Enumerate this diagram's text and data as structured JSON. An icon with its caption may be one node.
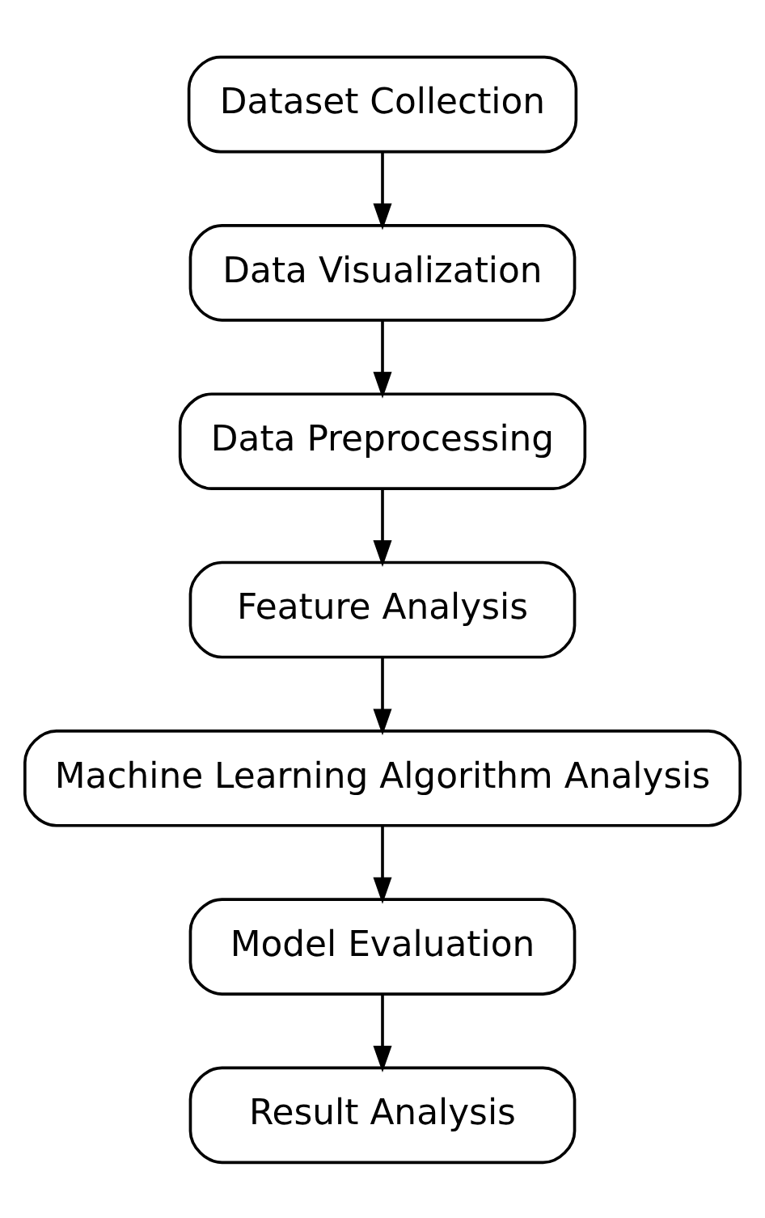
{
  "diagram": {
    "nodes": [
      {
        "text": [
          "Dataset Collection"
        ]
      },
      {
        "text": [
          "Data Visualization"
        ]
      },
      {
        "text": [
          "Data Preprocessing"
        ]
      },
      {
        "text": [
          "Feature Analysis"
        ]
      },
      {
        "text": [
          "Machine Learning Algorithm Analysis"
        ]
      },
      {
        "text": [
          "Model Evaluation"
        ]
      },
      {
        "text": [
          "Result Analysis"
        ]
      }
    ],
    "edges": [
      {
        "from": 0,
        "to": 1,
        "arrow": "to"
      },
      {
        "from": 1,
        "to": 2,
        "arrow": "to"
      },
      {
        "from": 2,
        "to": 3,
        "arrow": "to"
      },
      {
        "from": 3,
        "to": 4,
        "arrow": "to"
      },
      {
        "from": 4,
        "to": 5,
        "arrow": "to"
      },
      {
        "from": 5,
        "to": 6,
        "arrow": "to"
      }
    ]
  }
}
